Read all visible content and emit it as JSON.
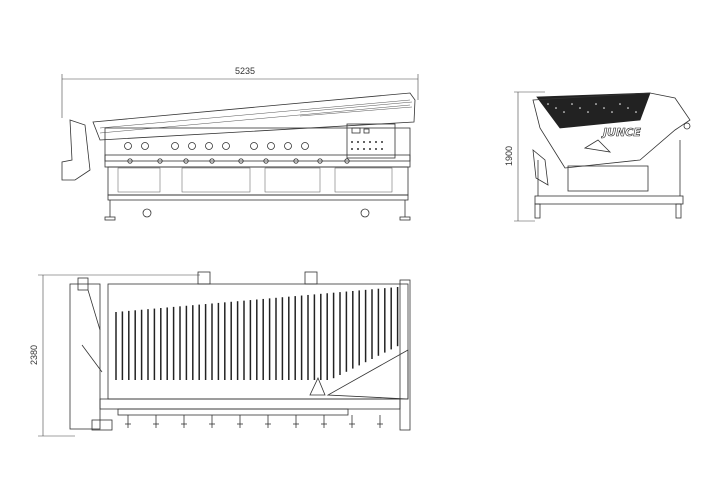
{
  "drawing": {
    "side_view": {
      "length_label": "5235"
    },
    "end_view": {
      "height_label": "1900",
      "logo_text": "JUNCE"
    },
    "top_view": {
      "width_label": "2380"
    }
  }
}
